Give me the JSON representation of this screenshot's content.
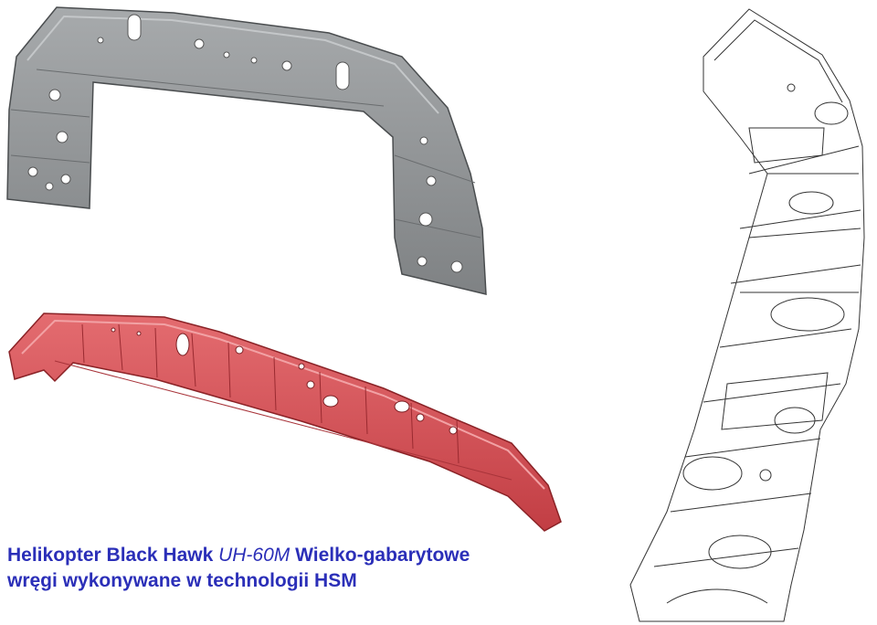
{
  "caption": {
    "line1_a": "Helikopter Black Hawk ",
    "line1_model": "UH-60M",
    "line1_b": " Wielko-gabarytowe",
    "line2": "wręgi wykonywane w technologii HSM"
  },
  "colors": {
    "caption": "#2b2fb8",
    "gray_part": "#8c8f91",
    "red_part": "#d85459",
    "wire_part": "#333333"
  },
  "icons": [
    "gray-frame-illustration",
    "red-frame-illustration",
    "wireframe-illustration"
  ]
}
